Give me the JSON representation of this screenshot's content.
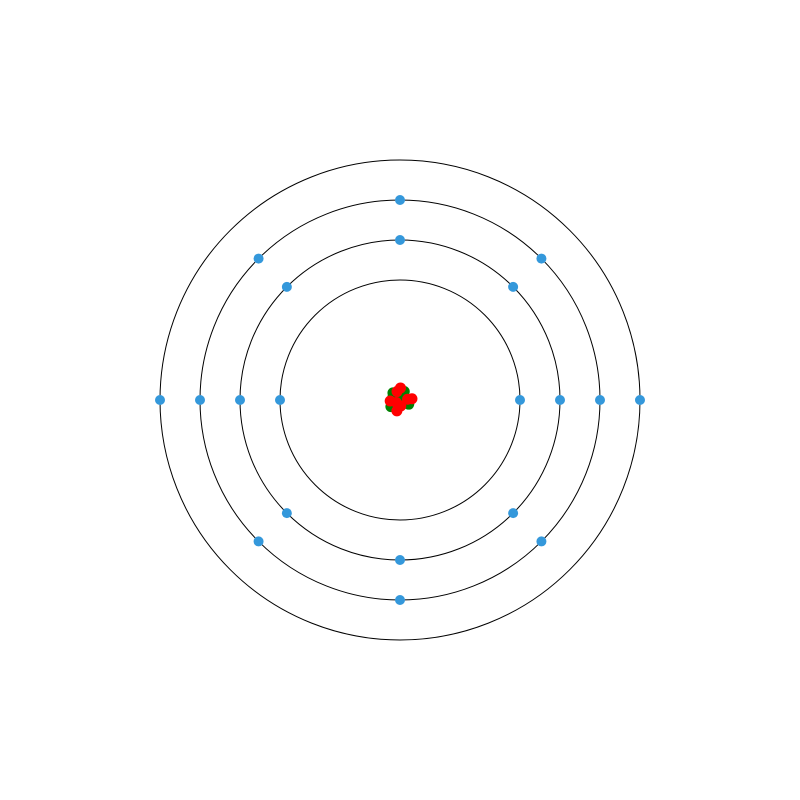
{
  "diagram": {
    "type": "bohr-atom-model",
    "colors": {
      "background": "#ffffff",
      "shell": "#000000",
      "electron": "#3498db",
      "proton": "#ff0000",
      "neutron": "#008000"
    },
    "nucleus": {
      "protons": 8,
      "neutrons": 8
    },
    "shells": [
      {
        "electrons": 2,
        "start_angle_deg": 0
      },
      {
        "electrons": 8,
        "start_angle_deg": 0
      },
      {
        "electrons": 8,
        "start_angle_deg": 0
      },
      {
        "electrons": 2,
        "start_angle_deg": 0
      }
    ]
  }
}
